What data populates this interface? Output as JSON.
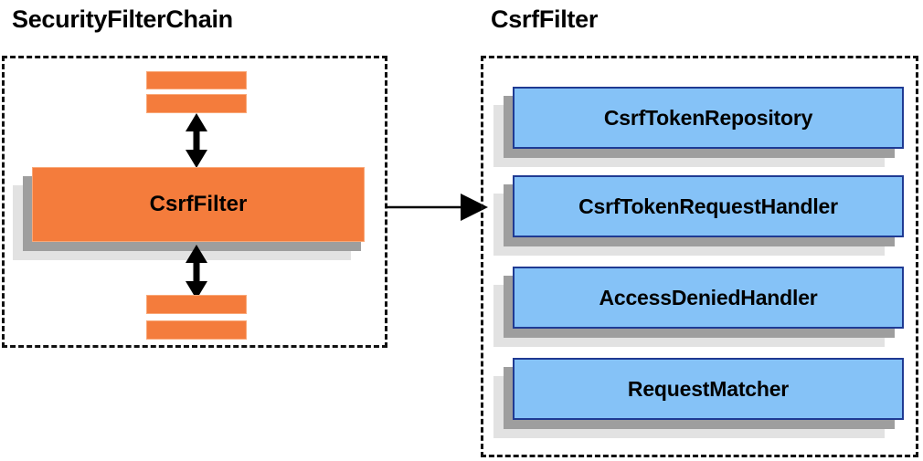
{
  "diagram": {
    "type": "architecture-block-diagram",
    "background": "#ffffff",
    "palette": {
      "orange_fill": "#f47c3c",
      "orange_border": "#f9a878",
      "blue_fill": "#85c2f7",
      "blue_border": "#1f3a93",
      "shadow_near": "#9e9e9e",
      "shadow_far": "#e2e2e2",
      "outline": "#111111",
      "text": "#000000"
    }
  },
  "left_panel": {
    "title": "SecurityFilterChain",
    "focus_box": {
      "label": "CsrfFilter"
    },
    "filters_above": [
      "",
      ""
    ],
    "filters_below": [
      "",
      ""
    ],
    "arrow_up": {
      "name": "double-headed-arrow-up",
      "direction": "both"
    },
    "arrow_down": {
      "name": "double-headed-arrow-down",
      "direction": "both"
    }
  },
  "connector": {
    "name": "expand-arrow",
    "direction": "right",
    "from": "CsrfFilter",
    "to": "CsrfFilter collaborators"
  },
  "right_panel": {
    "title": "CsrfFilter",
    "components": [
      {
        "label": "CsrfTokenRepository"
      },
      {
        "label": "CsrfTokenRequestHandler"
      },
      {
        "label": "AccessDeniedHandler"
      },
      {
        "label": "RequestMatcher"
      }
    ]
  }
}
